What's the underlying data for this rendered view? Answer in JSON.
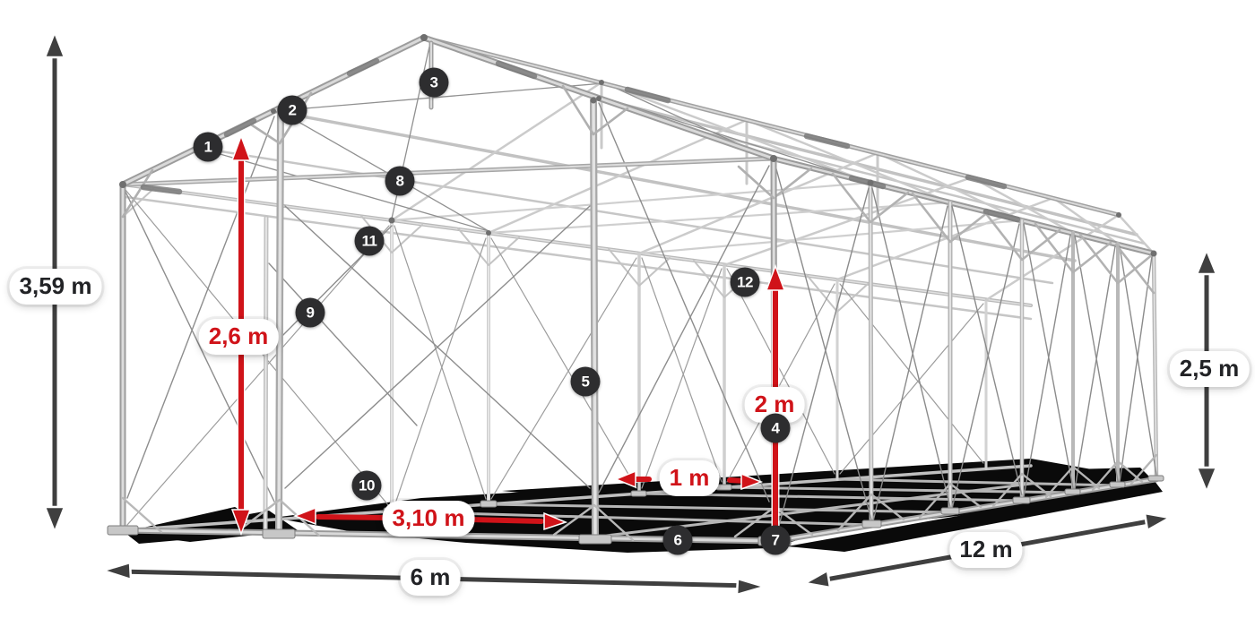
{
  "diagram_type": "tent-frame-construction",
  "dimensions": {
    "total_height": "3,59 m",
    "side_height": "2,5 m",
    "entrance_height": "2,6 m",
    "inner_height": "2 m",
    "frame_spacing": "1 m",
    "entrance_width": "3,10 m",
    "width": "6 m",
    "length": "12 m"
  },
  "markers": [
    {
      "number": "1"
    },
    {
      "number": "2"
    },
    {
      "number": "3"
    },
    {
      "number": "4"
    },
    {
      "number": "5"
    },
    {
      "number": "6"
    },
    {
      "number": "7"
    },
    {
      "number": "8"
    },
    {
      "number": "9"
    },
    {
      "number": "10"
    },
    {
      "number": "11"
    },
    {
      "number": "12"
    }
  ],
  "colors": {
    "accent_red": "#d01319",
    "dimension_arrow_dark": "#3f3f3f",
    "marker_background": "#2d2d2f",
    "frame_metal_light": "#d9d9d9",
    "frame_metal_mid": "#b5b5b5",
    "frame_metal_dark": "#7a7a7a",
    "shadow": "#0a0a0a",
    "background": "#ffffff"
  }
}
